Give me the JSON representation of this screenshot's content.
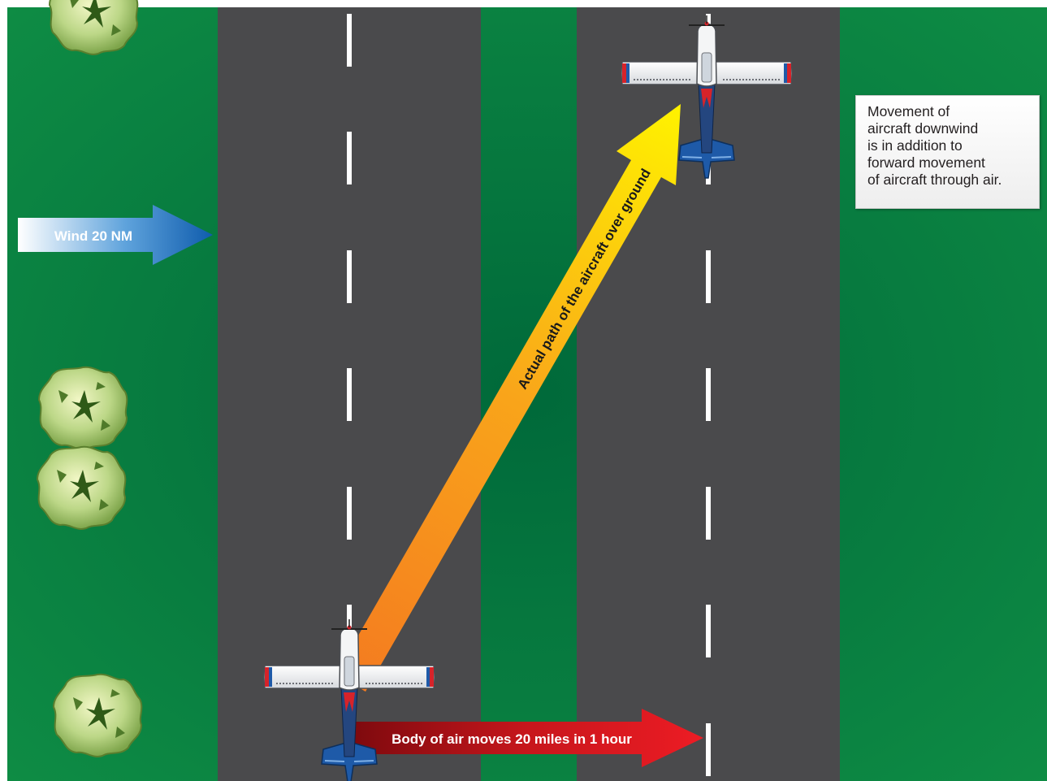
{
  "wind_label": "Wind 20 NM",
  "path_label": "Actual path of the aircraft over ground",
  "air_label": "Body of air moves 20 miles in 1 hour",
  "note_lines": [
    "Movement of",
    "aircraft downwind",
    "is in addition to",
    "forward movement",
    "of aircraft through air."
  ],
  "colors": {
    "grass": "#007a3d",
    "road": "#4a4a4c",
    "wind_arrow": "#1a63b5",
    "path_start": "#f47a20",
    "path_end": "#fff200",
    "air_arrow": "#c8161d",
    "aircraft_tail": "#1e5aa8"
  },
  "icons": [
    "tree-icon",
    "aircraft-icon"
  ]
}
